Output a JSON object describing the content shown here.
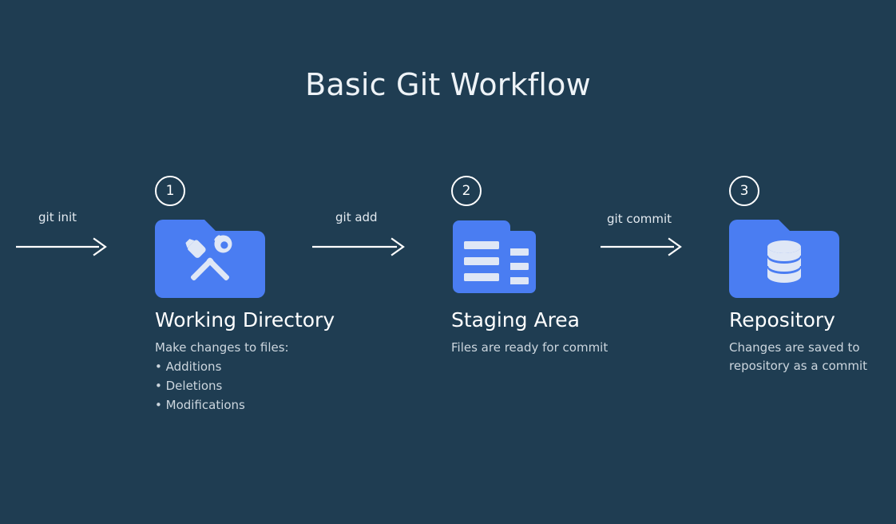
{
  "page": {
    "title": "Basic Git Workflow",
    "background_color": "#1f3d52",
    "accent_blue": "#4a7df2",
    "icon_fill": "#dfe7f6",
    "text_color": "#ffffff",
    "muted_text_color": "#ccd6de"
  },
  "stages": [
    {
      "number": "1",
      "title": "Working Directory",
      "desc": "Make changes to files:",
      "bullets": [
        "Additions",
        "Deletions",
        "Modifications"
      ],
      "icon": "folder-tools-icon"
    },
    {
      "number": "2",
      "title": "Staging Area",
      "desc": "Files are ready for commit",
      "bullets": [],
      "icon": "staged-files-icon"
    },
    {
      "number": "3",
      "title": "Repository",
      "desc": "Changes are saved to\nrepository as a commit",
      "bullets": [],
      "icon": "folder-database-icon"
    }
  ],
  "arrows": [
    {
      "label": "git init",
      "icon": "arrow-right-icon"
    },
    {
      "label": "git add",
      "icon": "arrow-right-icon"
    },
    {
      "label": "git commit",
      "icon": "arrow-right-icon"
    }
  ]
}
